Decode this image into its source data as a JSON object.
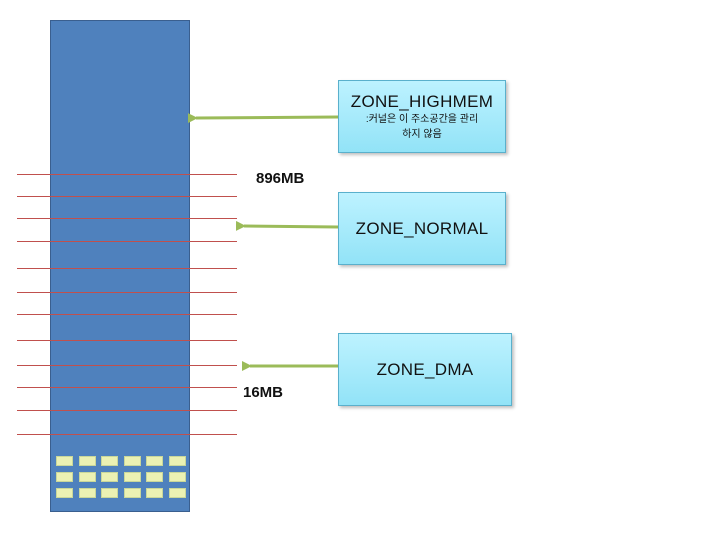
{
  "zones": [
    {
      "title": "ZONE_HIGHMEM",
      "note_line1": ":커널은 이 주소공간을 관리",
      "note_line2": "하지 않음"
    },
    {
      "title": "ZONE_NORMAL"
    },
    {
      "title": "ZONE_DMA"
    }
  ],
  "labels": {
    "upper_boundary": "896MB",
    "lower_boundary": "16MB"
  },
  "colors": {
    "memory_bar": "#4f81bd",
    "divider_lines": "#c0504d",
    "arrows": "#9bbb59",
    "zone_box": "#92e3f7",
    "page_cells": "#ebf1b3"
  }
}
